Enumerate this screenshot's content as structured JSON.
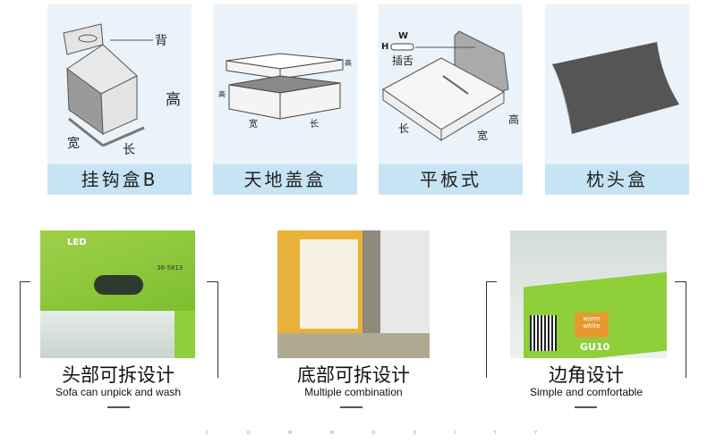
{
  "box_types": [
    {
      "caption": "挂钩盒B",
      "labels": {
        "back": "背",
        "height": "高",
        "width": "宽",
        "length": "长"
      }
    },
    {
      "caption": "天地盖盒",
      "labels": {
        "lid_height": "高",
        "base_height": "高",
        "width": "宽",
        "length": "长"
      }
    },
    {
      "caption": "平板式",
      "labels": {
        "w": "W",
        "h": "H",
        "tab": "插舌",
        "length": "长",
        "width": "宽",
        "height": "高"
      }
    },
    {
      "caption": "枕头盒",
      "labels": {}
    }
  ],
  "features": [
    {
      "title": "头部可拆设计",
      "subtitle": "Sofa can unpick and wash"
    },
    {
      "title": "底部可拆设计",
      "subtitle": "Multiple combination"
    },
    {
      "title": "边角设计",
      "subtitle": "Simple and comfortable"
    }
  ],
  "photo_text": {
    "brand": "LED",
    "code": "36-5813",
    "warm": "warm white",
    "model": "GU10"
  },
  "footer_letters": [
    "C",
    "O",
    "M",
    "M",
    "O",
    "D",
    "I",
    "T",
    "Y"
  ]
}
